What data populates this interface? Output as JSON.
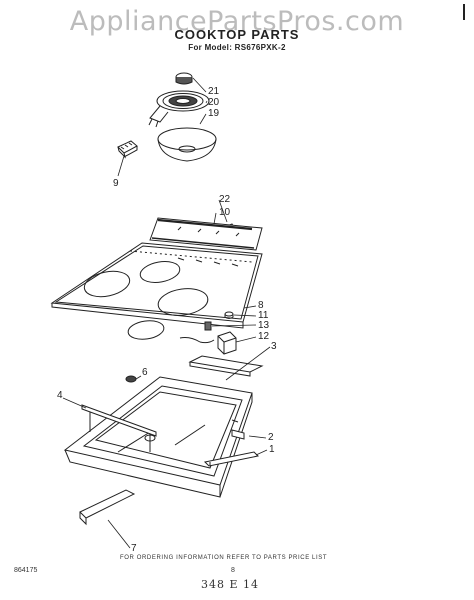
{
  "header": {
    "watermark": "AppliancePartsPros.com",
    "title": "COOKTOP PARTS",
    "subtitle": "For Model: RS676PXK-2"
  },
  "callouts": [
    "21",
    "20",
    "19",
    "9",
    "22",
    "10",
    "8",
    "11",
    "13",
    "12",
    "3",
    "6",
    "4",
    "2",
    "1",
    "7"
  ],
  "footer": {
    "ordering_note": "FOR ORDERING INFORMATION REFER TO PARTS PRICE LIST",
    "page_number": "8",
    "doc_code": "864175",
    "handwritten": "348 E 14"
  }
}
